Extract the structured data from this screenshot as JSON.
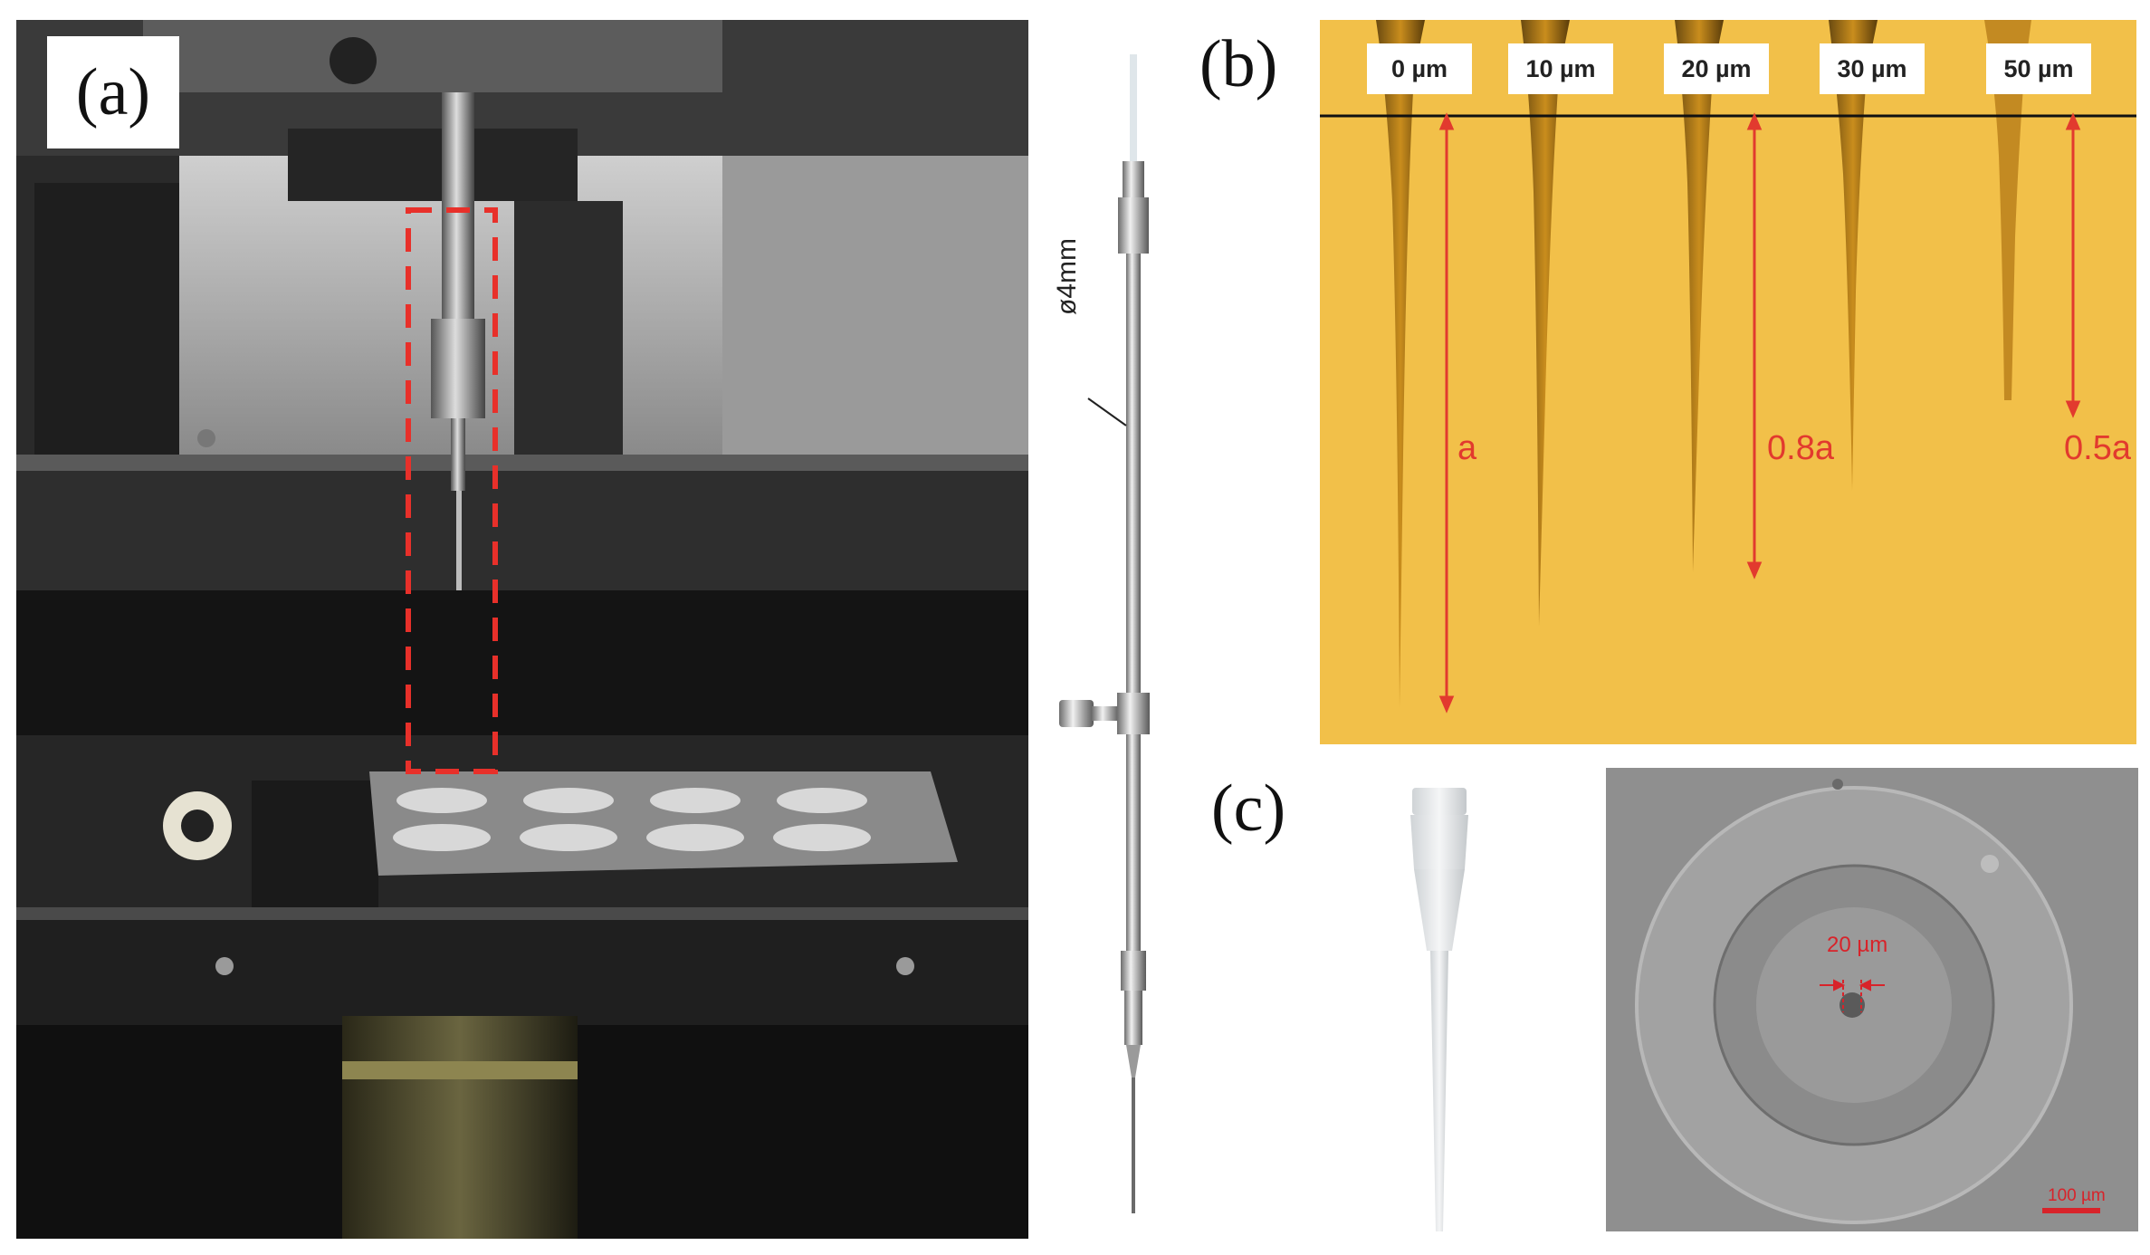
{
  "panel_a": {
    "label": "(a)"
  },
  "needle": {
    "diameter_label": "ø4mm"
  },
  "panel_b": {
    "label": "(b)",
    "gap_labels": [
      "0 µm",
      "10 µm",
      "20 µm",
      "30 µm",
      "50 µm"
    ],
    "ratio_labels": [
      "a",
      "0.8a",
      "0.5a"
    ]
  },
  "panel_c": {
    "label": "(c)",
    "hole_label": "20 µm",
    "scale_bar_label": "100 µm"
  },
  "colors": {
    "highlight_box": "#e8302a",
    "background_b": "#f2c049",
    "annotation_red": "#e23a2e"
  }
}
